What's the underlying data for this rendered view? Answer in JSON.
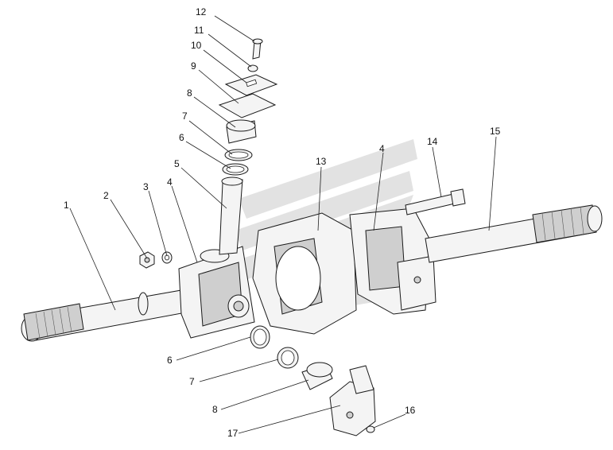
{
  "watermark": {
    "color": "#e2e2e2",
    "shape": "logo"
  },
  "callouts": {
    "c1": "1",
    "c2": "2",
    "c3": "3",
    "c4a": "4",
    "c4b": "4",
    "c5": "5",
    "c6a": "6",
    "c6b": "6",
    "c7a": "7",
    "c7b": "7",
    "c8a": "8",
    "c8b": "8",
    "c9": "9",
    "c10": "10",
    "c11": "11",
    "c12": "12",
    "c13": "13",
    "c14": "14",
    "c15": "15",
    "c16": "16",
    "c17": "17"
  },
  "colors": {
    "line": "#1a1a1a",
    "fill": "#f4f4f4",
    "shade": "#cfcfcf"
  }
}
